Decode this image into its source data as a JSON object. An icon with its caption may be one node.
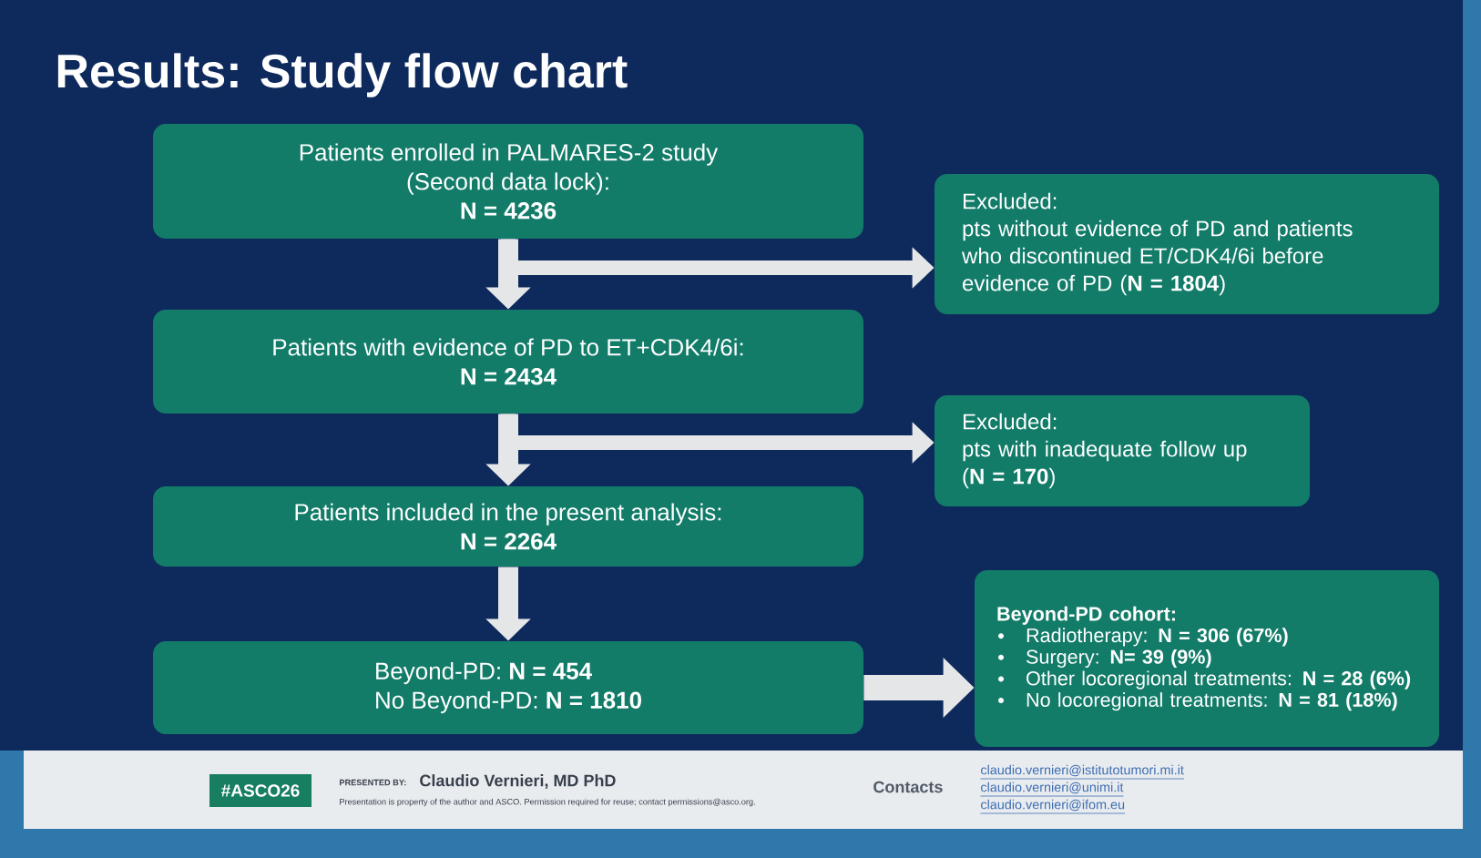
{
  "diagram": {
    "title": "Results: Study flow chart",
    "nodes": [
      {
        "text": [
          "Patients enrolled in PALMARES-2 study (Second data lock):",
          "N = 4236"
        ]
      },
      {
        "text": [
          "Excluded:",
          "pts without evidence of PD and patients who discontinued ET/CDK4/6i before evidence of PD (**N = 1804**)"
        ]
      },
      {
        "text": [
          "Patients with evidence of PD to ET+CDK4/6i:",
          "N = 2434"
        ]
      },
      {
        "text": [
          "Excluded:",
          "pts with inadequate follow up (**N = 170**)"
        ]
      },
      {
        "text": [
          "Patients included in the present analysis:",
          "N = 2264"
        ]
      },
      {
        "text": [
          "Beyond-PD: **N = 454**",
          "No Beyond-PD: **N = 1810**"
        ]
      },
      {
        "text": [
          "Beyond-PD cohort:",
          "Radiotherapy: **N = 306 (67%)**",
          "Surgery: **N= 39 (9%)**",
          "Other locoregional treatments: **N = 28 (6%)**",
          "No locoregional treatments: **N = 81 (18%)**"
        ]
      }
    ],
    "edges": [
      {
        "from": 0,
        "to": 2,
        "arrow": "to"
      },
      {
        "from": 0,
        "to": 1,
        "arrow": "to"
      },
      {
        "from": 2,
        "to": 4,
        "arrow": "to"
      },
      {
        "from": 2,
        "to": 3,
        "arrow": "to"
      },
      {
        "from": 4,
        "to": 5,
        "arrow": "to"
      },
      {
        "from": 5,
        "to": 6,
        "arrow": "to"
      }
    ],
    "labels": [
      "#ASCO26",
      "PRESENTED BY:",
      "Claudio Vernieri, MD PhD",
      "Presentation is property of the author and ASCO. Permission required for reuse; contact permissions@asco.org.",
      "Contacts",
      "claudio.vernieri@istitutotumori.mi.it",
      "claudio.vernieri@unimi.it",
      "claudio.vernieri@ifom.eu"
    ]
  }
}
